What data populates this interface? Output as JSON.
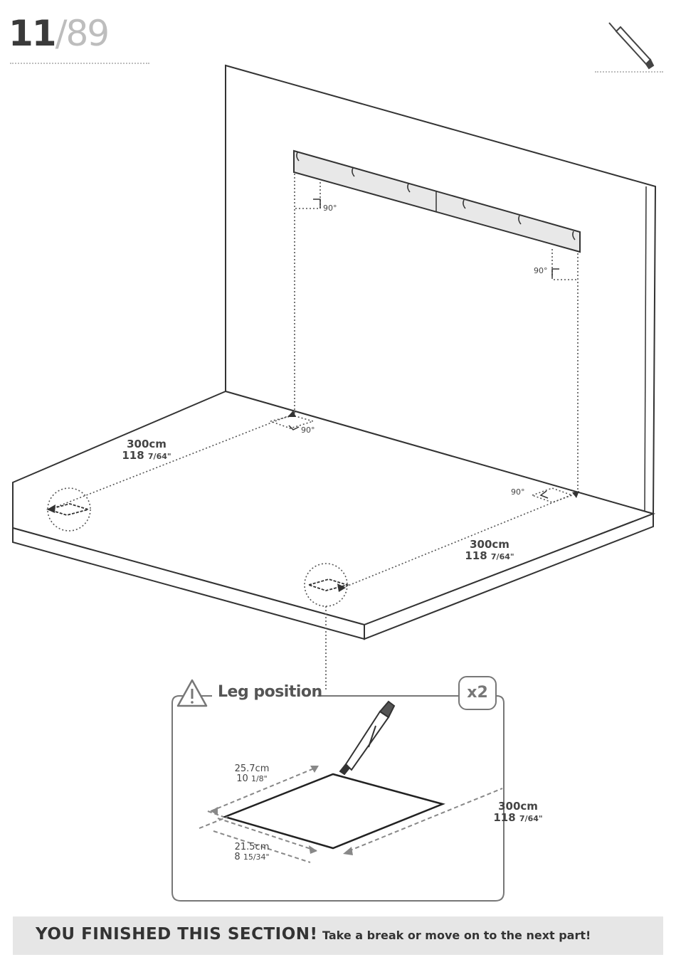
{
  "header": {
    "current": "11",
    "separator": "/",
    "total": "89",
    "tool_icon": "marker-pen-icon"
  },
  "wall_bar": {
    "angle_left": "90°",
    "angle_right": "90°"
  },
  "floor": {
    "angle_back_left": "90°",
    "angle_back_right": "90°",
    "dim_left": {
      "metric": "300cm",
      "imperial_whole": "118",
      "imperial_frac": "7/64\""
    },
    "dim_right": {
      "metric": "300cm",
      "imperial_whole": "118",
      "imperial_frac": "7/64\""
    }
  },
  "callout": {
    "warning_icon": "warning-icon",
    "title": "Leg position",
    "quantity": "x2",
    "width_dim": {
      "metric": "25.7cm",
      "imperial_whole": "10",
      "imperial_frac": "1/8\""
    },
    "depth_dim": {
      "metric": "21.5cm",
      "imperial_whole": "8",
      "imperial_frac": "15/34\""
    },
    "distance_dim": {
      "metric": "300cm",
      "imperial_whole": "118",
      "imperial_frac": "7/64\""
    }
  },
  "footer": {
    "main": "YOU FINISHED THIS SECTION!",
    "sub": "Take a break or move on to the next part!"
  }
}
